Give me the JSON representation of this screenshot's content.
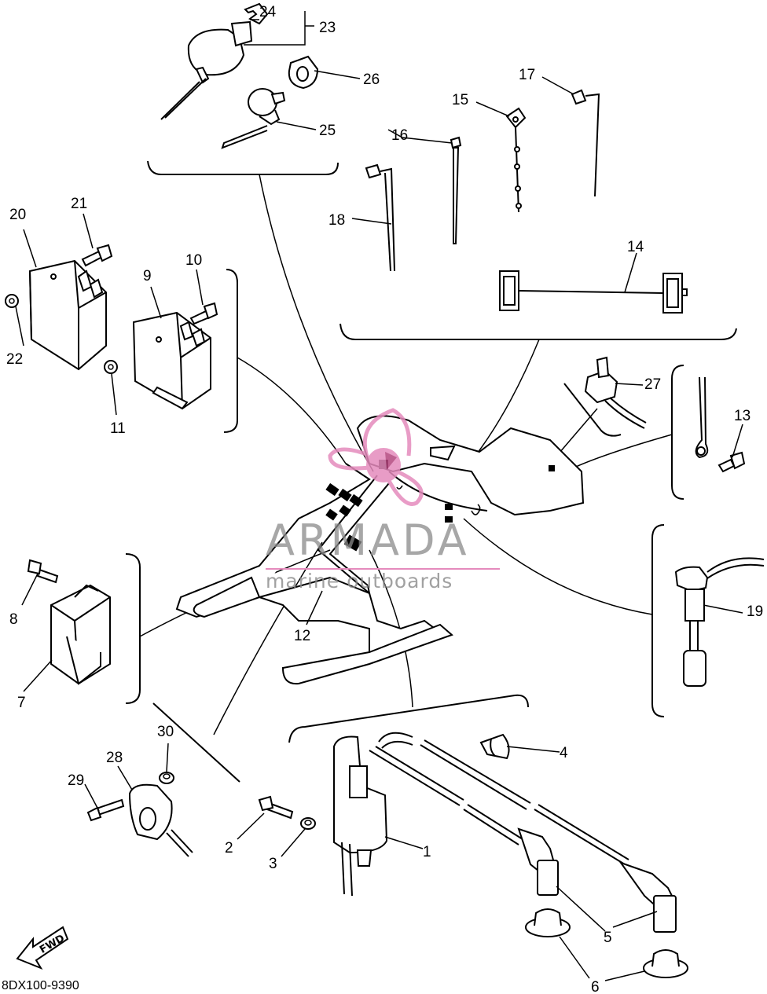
{
  "diagram": {
    "code": "8DX100-9390",
    "fwd_label": "FWD",
    "watermark": {
      "title": "ARMADA",
      "subtitle": "marine outboards",
      "color": "#e58bbd"
    },
    "callouts": [
      "1",
      "2",
      "3",
      "4",
      "5",
      "6",
      "7",
      "8",
      "9",
      "10",
      "11",
      "12",
      "13",
      "14",
      "15",
      "16",
      "17",
      "18",
      "19",
      "20",
      "21",
      "22",
      "23",
      "24",
      "25",
      "26",
      "27",
      "28",
      "29",
      "30"
    ]
  }
}
